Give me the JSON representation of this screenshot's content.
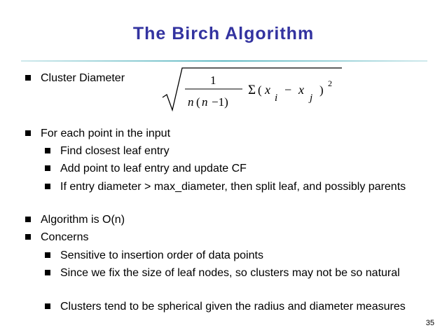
{
  "slide": {
    "title": "The Birch Algorithm",
    "page_number": "35"
  },
  "bullets": {
    "cluster_diameter": "Cluster Diameter",
    "for_each_point": "For each point in the input",
    "find_leaf": "Find closest leaf entry",
    "add_point": "Add point to leaf entry and update CF",
    "split_leaf": "If entry diameter > max_diameter, then split leaf, and possibly parents",
    "complexity": "Algorithm is O(n)",
    "concerns": "Concerns",
    "insertion_order": "Sensitive to insertion order of data points",
    "leaf_size": "Since we fix the size of leaf nodes, so clusters may not be so natural",
    "spherical": "Clusters tend to be spherical given the radius and diameter measures"
  },
  "formula": {
    "numerator": "1",
    "denominator_n": "n",
    "denominator_open": "(",
    "denominator_n2": "n",
    "denominator_minus_one": "−1)",
    "sigma": "Σ",
    "open_paren": "(",
    "x_i_var": "x",
    "i_sub": "i",
    "minus": "−",
    "x_j_var": "x",
    "j_sub": "j",
    "close_paren": ")",
    "exponent": "2"
  }
}
